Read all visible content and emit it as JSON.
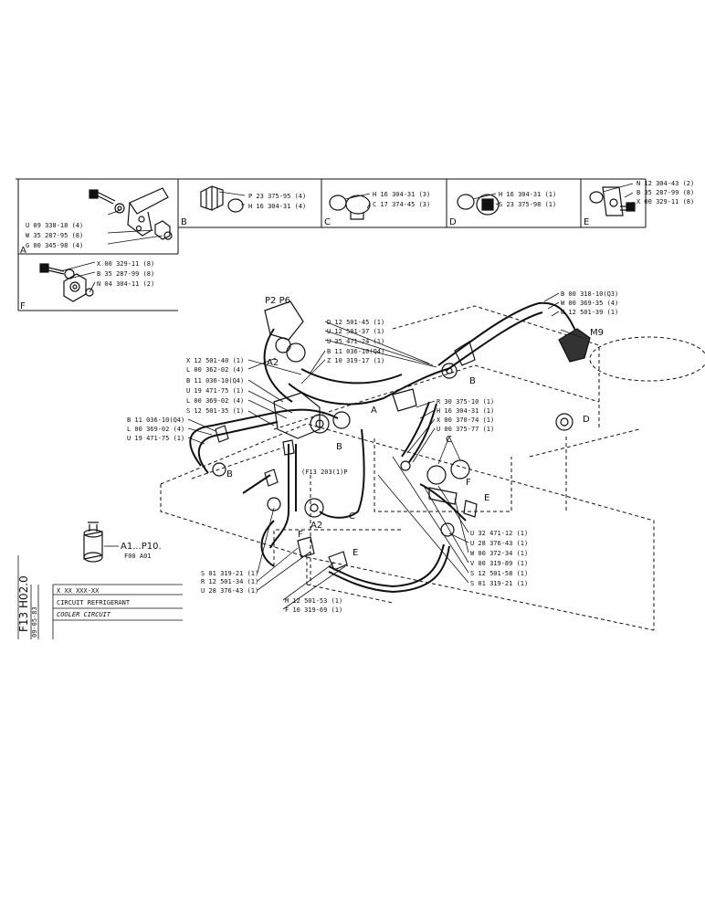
{
  "boxes": {
    "A": {
      "letter": "A",
      "parts": [
        "U 09 338-18 (4)",
        "W 35 287-95 (8)",
        "G 00 345-98 (4)"
      ]
    },
    "B": {
      "letter": "B",
      "parts": [
        "P 23 375-95 (4)",
        "H 16 304-31 (4)"
      ]
    },
    "C": {
      "letter": "C",
      "parts": [
        "H 16 304-31 (3)",
        "C 17 374-45 (3)"
      ]
    },
    "D": {
      "letter": "D",
      "parts": [
        "H 16 304-31 (1)",
        "S 23 375-98 (1)"
      ]
    },
    "E": {
      "letter": "E",
      "parts": [
        "N 12 304-43 (2)",
        "B 35 287-99 (8)",
        "X 00 329-11 (8)"
      ]
    },
    "F": {
      "letter": "F",
      "parts": [
        "X 00 329-11 (8)",
        "B 35 287-99 (8)",
        "N 04 304-11 (2)"
      ]
    }
  },
  "callouts": {
    "top_center": [
      "D 12 501-45 (1)",
      "U 12 501-37 (1)",
      "U 35 471-24 (1)",
      "B 11 036-10(Q4)",
      "Z 10 319-17 (1)"
    ],
    "top_right": [
      "B 00 318-10(Q3)",
      "W 00 369-35 (4)",
      "W 12 501-39 (1)"
    ],
    "left_upper": [
      "X 12 501-40 (1)",
      "L 00 362-02 (4)",
      "B 11 036-10(Q4)",
      "U 19 471-75 (1)",
      "L 00 369-02 (4)",
      "S 12 501-35 (1)"
    ],
    "left_middle": [
      "B 11 036-10(Q4)",
      "L 00 369-02 (4)",
      "U 19 471-75 (1)"
    ],
    "center_right": [
      "R 30 375-10 (1)",
      "H 16 304-31 (1)",
      "X 00 370-74 (1)",
      "U 00 375-77 (1)"
    ],
    "bottom_right": [
      "U 32 471-12 (1)",
      "U 28 376-43 (1)",
      "W 00 372-34 (1)",
      "V 00 319-89 (1)",
      "S 12 501-58 (1)",
      "S 01 319-21 (1)"
    ],
    "bottom_left": [
      "S 01 319-21 (1)",
      "R 12 501-34 (1)",
      "U 28 376-43 (1)"
    ],
    "bottom_center": [
      "M 12 501-53 (1)",
      "F 10 319-69 (1)"
    ]
  },
  "markers": {
    "p2p6": "P2 P6",
    "m9": "M9",
    "a2_top": "A2",
    "a2_bottom": "A2",
    "a": "A",
    "b1": "B",
    "b2": "B",
    "b3": "B",
    "c1": "C",
    "c2": "C",
    "d": "D",
    "e1": "E",
    "e2": "E",
    "f1": "F",
    "f2": "F",
    "ref_f13": "(F13 203(1)P",
    "a1p10": "A1...P10.",
    "f00": "F00 A01"
  },
  "title_block": {
    "page_ref": "F13  H02.0",
    "date": "09-05-83",
    "code": "X XX XXX-XX",
    "title_fr": "CIRCUIT REFRIGERANT",
    "title_en": "COOLER CIRCUIT"
  }
}
